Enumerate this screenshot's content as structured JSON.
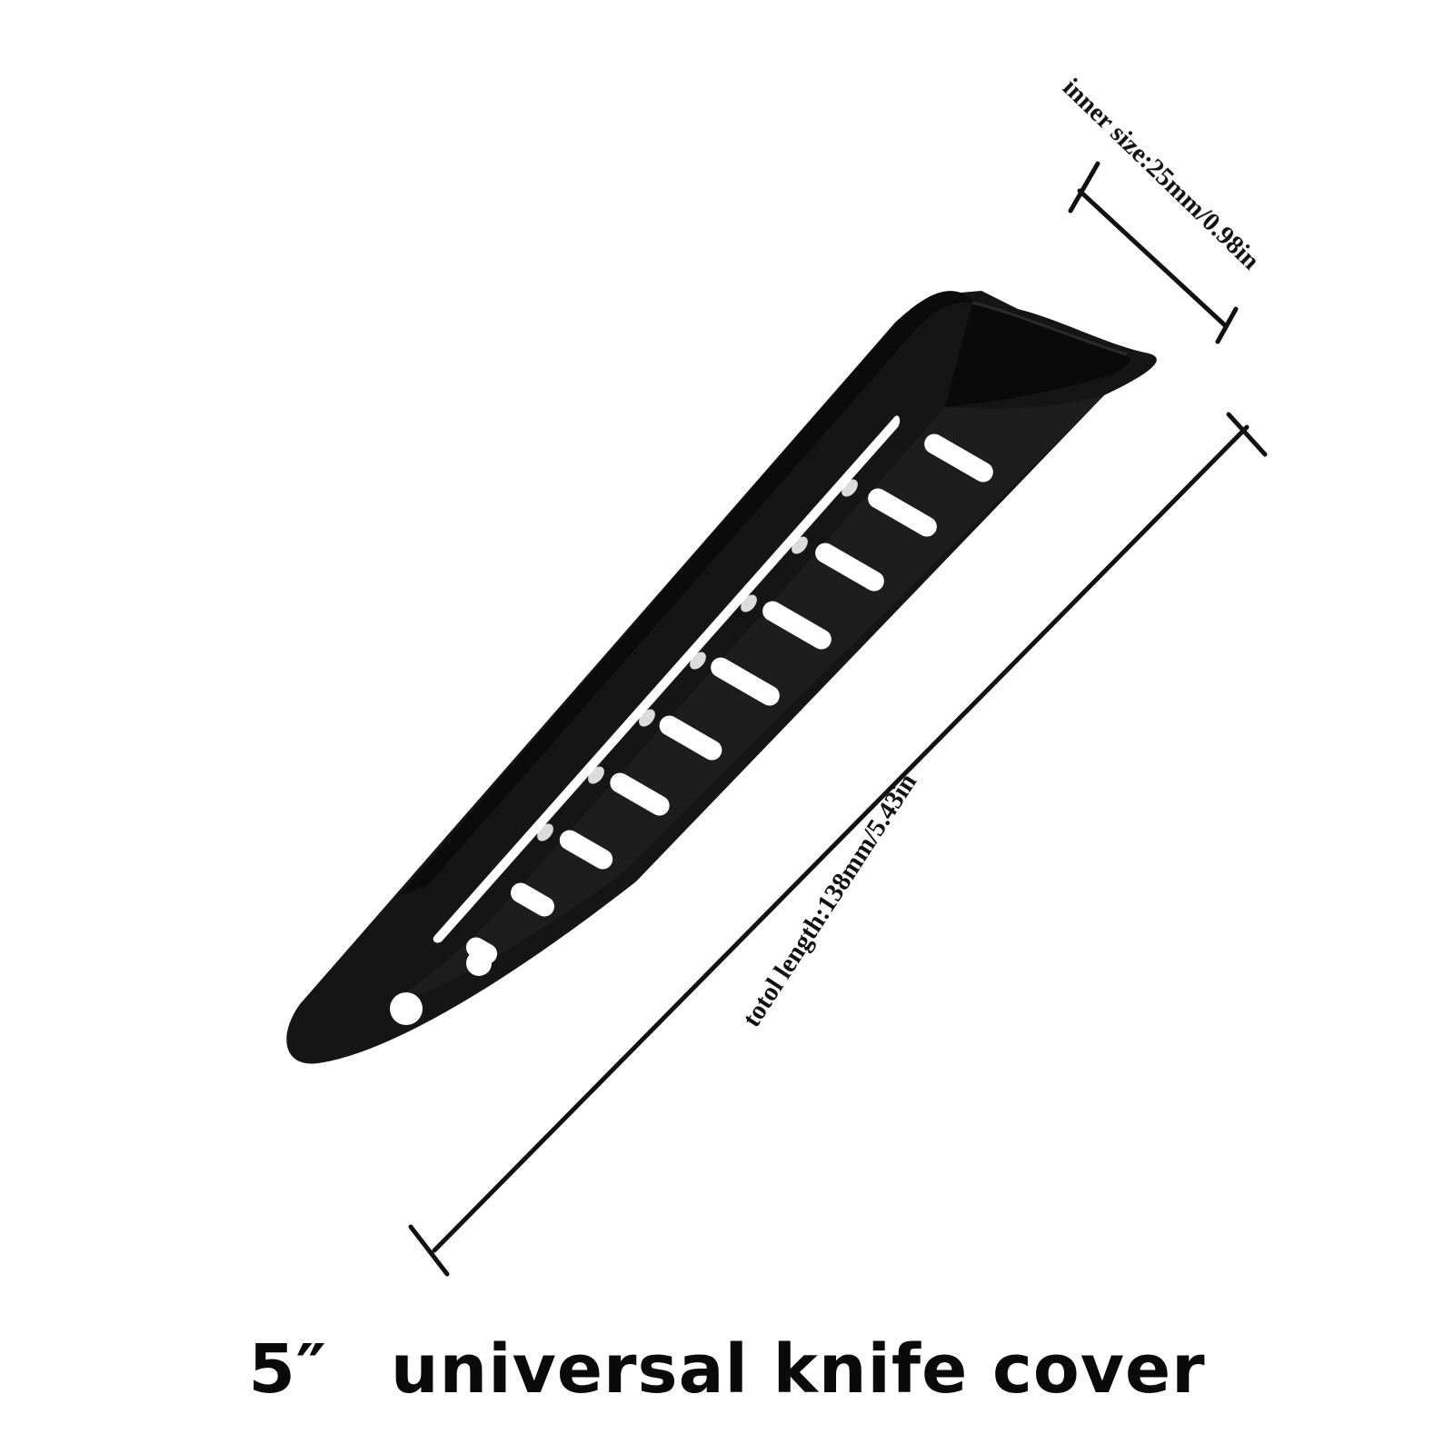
{
  "caption": {
    "size": "5″",
    "title": "universal knife cover"
  },
  "dimensions": {
    "inner_size_label": "inner size:25mm/0.98in",
    "total_length_label": "totol length:138mm/5.43in"
  },
  "product": {
    "name": "knife sheath",
    "color": "#141414",
    "vent_slot_count": 10,
    "tip_hole_count": 2
  }
}
